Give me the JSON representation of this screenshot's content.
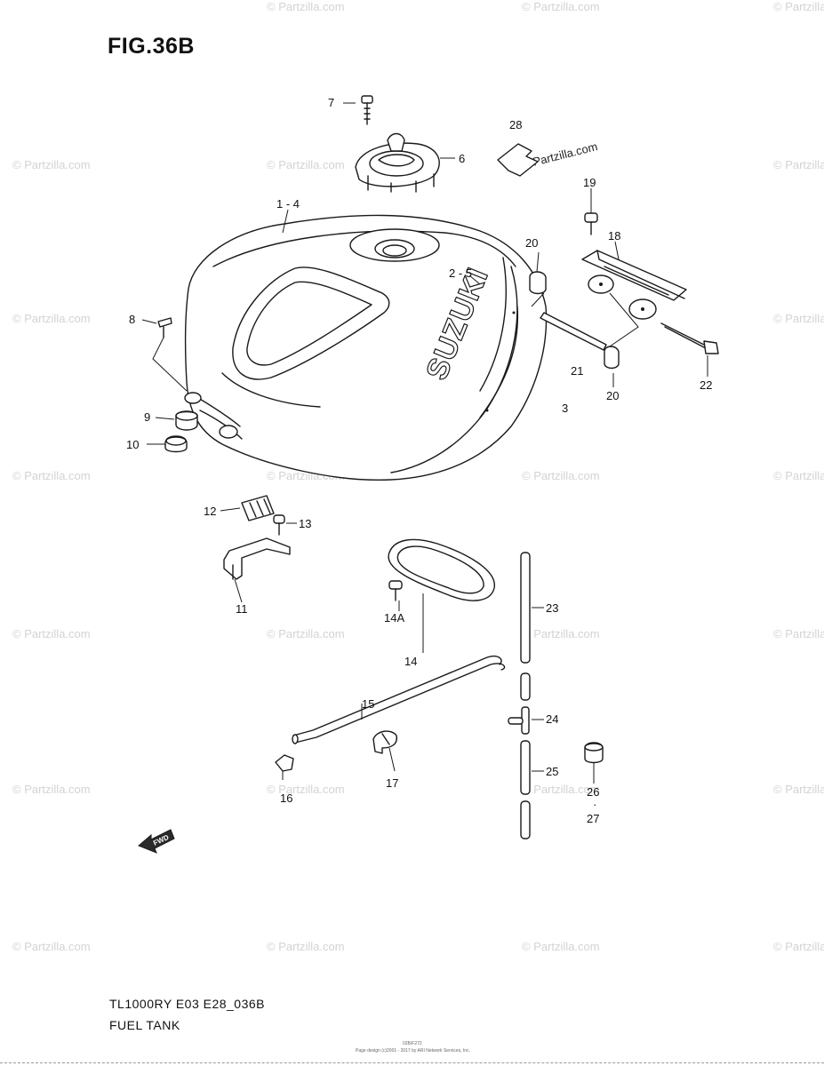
{
  "figure": {
    "title": "FIG.36B",
    "model_code": "TL1000RY E03 E28_036B",
    "section_name": "FUEL TANK"
  },
  "brand_marking": "SUZUKI",
  "fwd_marking": "FWD",
  "watermark_text": "© Partzilla.com",
  "part_labels": [
    "1-4",
    "2-5",
    "3",
    "6",
    "7",
    "8",
    "9",
    "10",
    "11",
    "12",
    "13",
    "14",
    "14A",
    "15",
    "16",
    "17",
    "18",
    "19",
    "20",
    "20",
    "21",
    "22",
    "23",
    "24",
    "25",
    "26",
    "27",
    "28"
  ],
  "callouts": {
    "l1_4": "1 - 4",
    "l2_5": "2 - 5",
    "l3": "3",
    "l6": "6",
    "l7": "7",
    "l8": "8",
    "l9": "9",
    "l10": "10",
    "l11": "11",
    "l12": "12",
    "l13": "13",
    "l14": "14",
    "l14a": "14A",
    "l15": "15",
    "l16": "16",
    "l17": "17",
    "l18": "18",
    "l19": "19",
    "l20a": "20",
    "l20b": "20",
    "l21": "21",
    "l22": "22",
    "l23": "23",
    "l24": "24",
    "l25": "25",
    "l26": "26",
    "l26dot": "·",
    "l27": "27",
    "l28": "28"
  },
  "colors": {
    "line": "#1a1a1a",
    "watermark": "#d3d3d3",
    "background": "#ffffff"
  },
  "icons": [
    "fwd-arrow-icon"
  ],
  "fine_print": {
    "code": "02B/F272",
    "notice": "Page design (c)2001 - 2017 by ARI Network Services, Inc."
  }
}
